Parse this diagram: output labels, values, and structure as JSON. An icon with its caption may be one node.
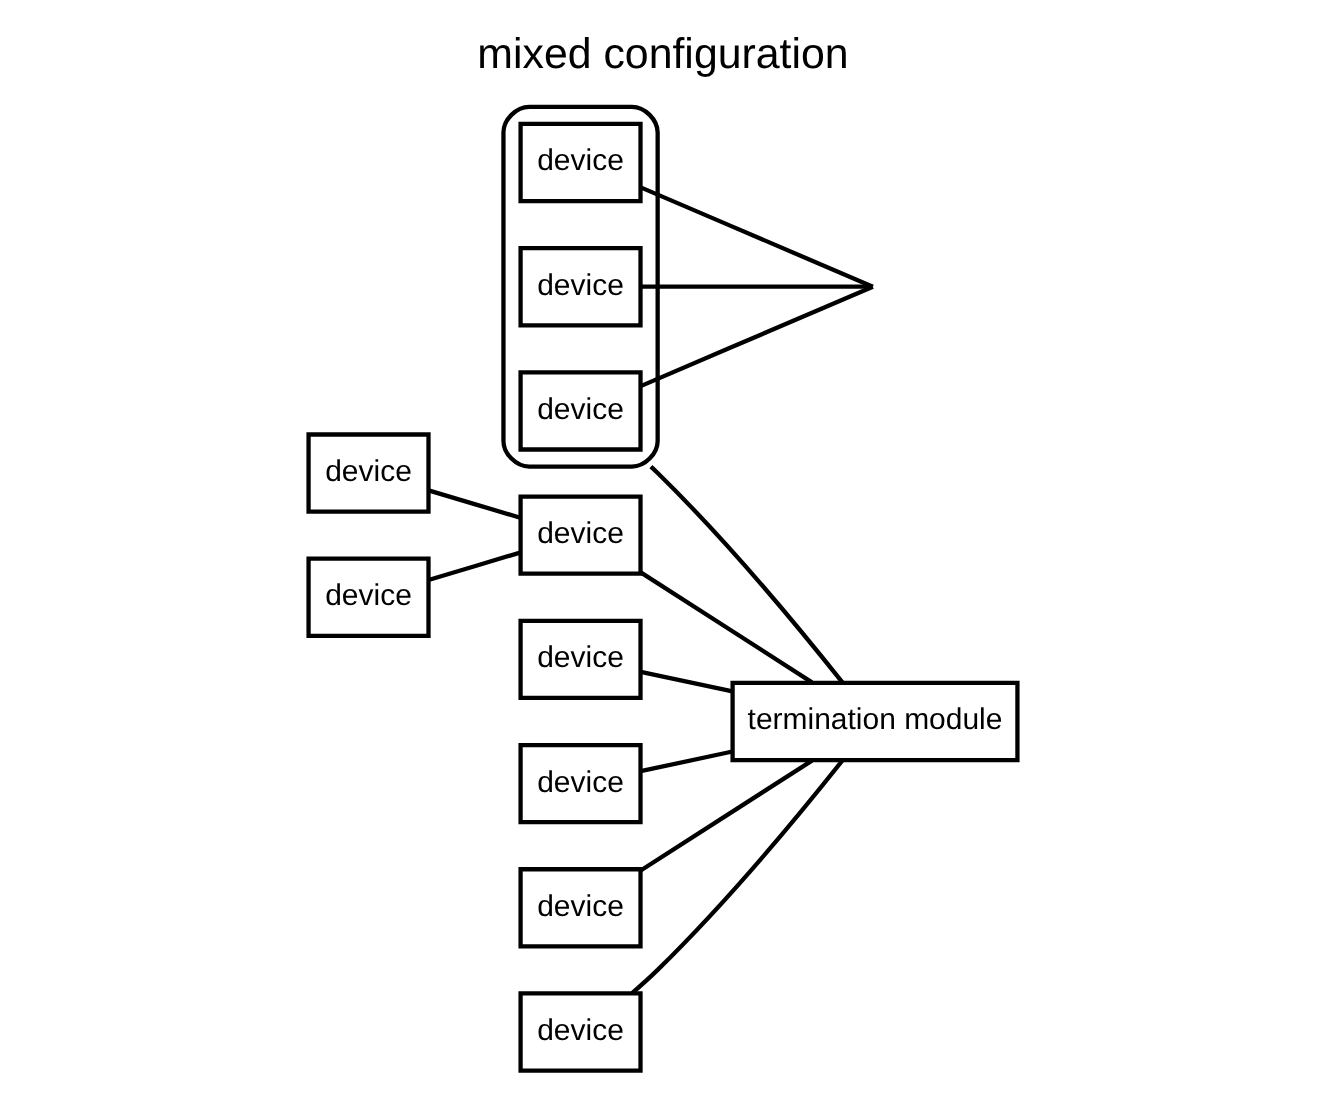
{
  "diagram": {
    "title": "mixed configuration",
    "nodes": [
      {
        "text": [
          "device"
        ]
      },
      {
        "text": [
          "device"
        ]
      },
      {
        "text": [
          "device"
        ]
      },
      {
        "text": [],
        "shape": "ellipse"
      },
      {
        "text": [
          "device"
        ],
        "in": 3
      },
      {
        "text": [
          "device"
        ],
        "in": 3
      },
      {
        "text": [
          "device"
        ],
        "in": 3
      },
      {
        "text": [
          "device"
        ]
      },
      {
        "text": [
          "device"
        ]
      },
      {
        "text": [
          "device"
        ]
      },
      {
        "text": [
          "device"
        ]
      },
      {
        "text": [
          "termination module"
        ]
      }
    ],
    "edges": [
      {
        "from": 0,
        "to": 1,
        "arrow": "none"
      },
      {
        "from": 2,
        "to": 1,
        "arrow": "none"
      },
      {
        "from": 1,
        "to": 11,
        "arrow": "none"
      },
      {
        "from": 3,
        "to": 11,
        "arrow": "none"
      },
      {
        "from": 4,
        "to": 3,
        "arrow": "none"
      },
      {
        "from": 5,
        "to": 3,
        "arrow": "none"
      },
      {
        "from": 6,
        "to": 3,
        "arrow": "none"
      },
      {
        "from": 7,
        "to": 11,
        "arrow": "none"
      },
      {
        "from": 8,
        "to": 11,
        "arrow": "none"
      },
      {
        "from": 9,
        "to": 11,
        "arrow": "none"
      },
      {
        "from": 10,
        "to": 11,
        "arrow": "none"
      }
    ]
  }
}
